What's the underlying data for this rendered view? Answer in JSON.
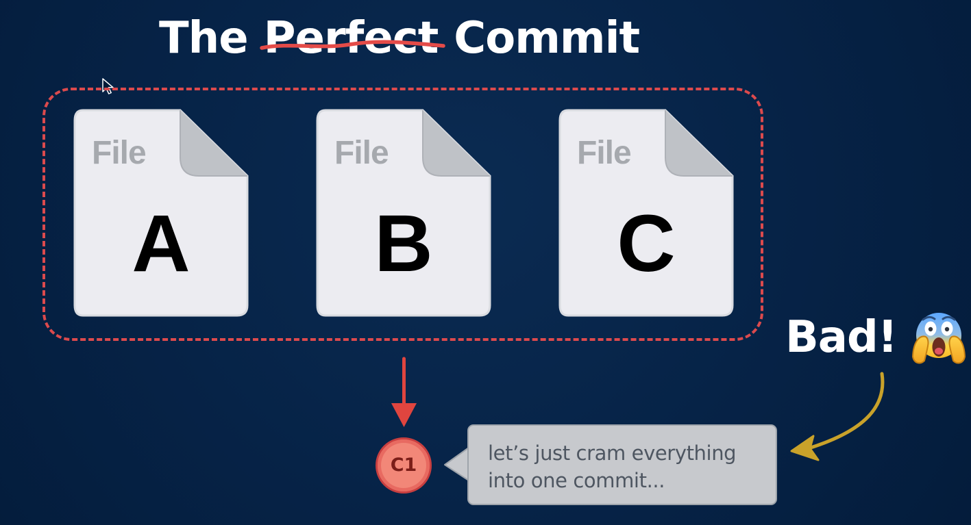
{
  "title": {
    "word_1": "The",
    "struck_word": "Perfect",
    "word_3": "Commit"
  },
  "files": [
    {
      "label": "File",
      "letter": "A"
    },
    {
      "label": "File",
      "letter": "B"
    },
    {
      "label": "File",
      "letter": "C"
    }
  ],
  "commit": {
    "label": "C1",
    "message_line_1": "let’s just cram everything",
    "message_line_2": "into one commit..."
  },
  "verdict": {
    "label": "Bad!",
    "emoji": "😱"
  },
  "colors": {
    "background": "#062347",
    "accent_red": "#dc4a4d",
    "file_card": "#ececf1",
    "file_label": "#a6a9ae",
    "commit_circle": "#f28778",
    "bubble": "#c7c9cd",
    "callout_arrow": "#c9a22a"
  },
  "icons": {
    "cursor": "mouse-pointer-icon",
    "emoji": "screaming-face-icon",
    "arrow_down": "red-down-arrow-icon",
    "callout_arrow": "curved-arrow-icon"
  }
}
